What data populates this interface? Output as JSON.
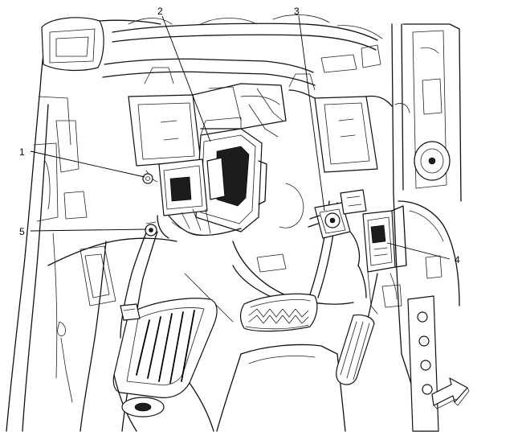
{
  "callouts": [
    {
      "id": "1",
      "label": "1"
    },
    {
      "id": "2",
      "label": "2"
    },
    {
      "id": "3",
      "label": "3"
    },
    {
      "id": "4",
      "label": "4"
    },
    {
      "id": "5",
      "label": "5"
    }
  ],
  "icons": {
    "direction": "forward-arrow-icon"
  }
}
